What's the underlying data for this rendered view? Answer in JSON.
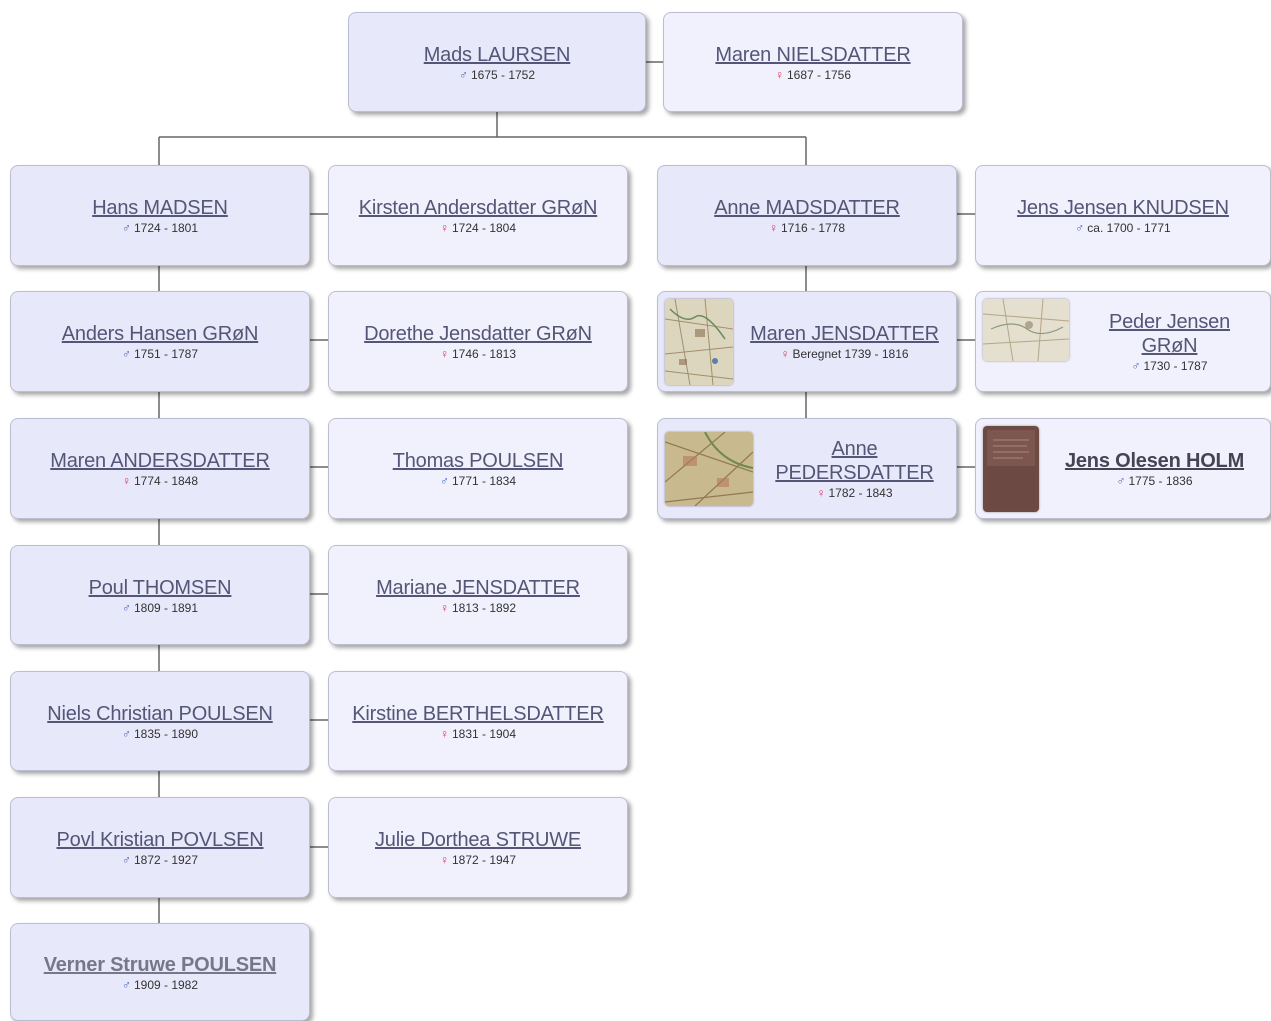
{
  "page": {
    "top_left_text": ""
  },
  "people": {
    "mads_laursen": {
      "name": "Mads LAURSEN",
      "gender": "male",
      "symbol": "♂",
      "dates": "1675 - 1752"
    },
    "maren_nielsdatter": {
      "name": "Maren NIELSDATTER",
      "gender": "female",
      "symbol": "♀",
      "dates": "1687 - 1756"
    },
    "hans_madsen": {
      "name": "Hans MADSEN",
      "gender": "male",
      "symbol": "♂",
      "dates": "1724 - 1801"
    },
    "kirsten_andersdatter_gron": {
      "name": "Kirsten Andersdatter GRøN",
      "gender": "female",
      "symbol": "♀",
      "dates": "1724 - 1804"
    },
    "anne_madsdatter": {
      "name": "Anne MADSDATTER",
      "gender": "female",
      "symbol": "♀",
      "dates": "1716 - 1778"
    },
    "jens_jensen_knudsen": {
      "name": "Jens Jensen KNUDSEN",
      "gender": "male",
      "symbol": "♂",
      "dates": "ca. 1700 - 1771"
    },
    "anders_hansen_gron": {
      "name": "Anders Hansen GRøN",
      "gender": "male",
      "symbol": "♂",
      "dates": "1751 - 1787"
    },
    "dorethe_jensdatter_gron": {
      "name": "Dorethe Jensdatter GRøN",
      "gender": "female",
      "symbol": "♀",
      "dates": "1746 - 1813"
    },
    "maren_jensdatter": {
      "name": "Maren JENSDATTER",
      "gender": "female",
      "symbol": "♀",
      "dates": "Beregnet 1739 - 1816",
      "photo": "map-photo"
    },
    "peder_jensen_gron": {
      "name": "Peder Jensen GRøN",
      "gender": "male",
      "symbol": "♂",
      "dates": "1730 - 1787",
      "photo": "map-photo"
    },
    "maren_andersdatter": {
      "name": "Maren ANDERSDATTER",
      "gender": "female",
      "symbol": "♀",
      "dates": "1774 - 1848"
    },
    "thomas_poulsen": {
      "name": "Thomas POULSEN",
      "gender": "male",
      "symbol": "♂",
      "dates": "1771 - 1834"
    },
    "anne_pedersdatter": {
      "name": "Anne PEDERSDATTER",
      "gender": "female",
      "symbol": "♀",
      "dates": "1782 - 1843",
      "photo": "map-photo"
    },
    "jens_olesen_holm": {
      "name": "Jens Olesen HOLM",
      "gender": "male",
      "symbol": "♂",
      "dates": "1775 - 1836",
      "photo": "document-photo"
    },
    "poul_thomsen": {
      "name": "Poul THOMSEN",
      "gender": "male",
      "symbol": "♂",
      "dates": "1809 - 1891"
    },
    "mariane_jensdatter": {
      "name": "Mariane JENSDATTER",
      "gender": "female",
      "symbol": "♀",
      "dates": "1813 - 1892"
    },
    "niels_christian_poulsen": {
      "name": "Niels Christian POULSEN",
      "gender": "male",
      "symbol": "♂",
      "dates": "1835 - 1890"
    },
    "kirstine_berthelsdatter": {
      "name": "Kirstine BERTHELSDATTER",
      "gender": "female",
      "symbol": "♀",
      "dates": "1831 - 1904"
    },
    "povl_kristian_povlsen": {
      "name": "Povl Kristian POVLSEN",
      "gender": "male",
      "symbol": "♂",
      "dates": "1872 - 1927"
    },
    "julie_dorthea_struwe": {
      "name": "Julie Dorthea STRUWE",
      "gender": "female",
      "symbol": "♀",
      "dates": "1872 - 1947"
    },
    "verner_struwe_poulsen": {
      "name": "Verner Struwe POULSEN",
      "gender": "male",
      "symbol": "♂",
      "dates": "1909 - 1982"
    }
  },
  "colors": {
    "card_bg": "#e8e8fb",
    "card_border": "#bdbdd2",
    "connector": "#666666",
    "name_link": "#555577",
    "male_symbol": "#4466bb",
    "female_symbol": "#dd3355"
  }
}
